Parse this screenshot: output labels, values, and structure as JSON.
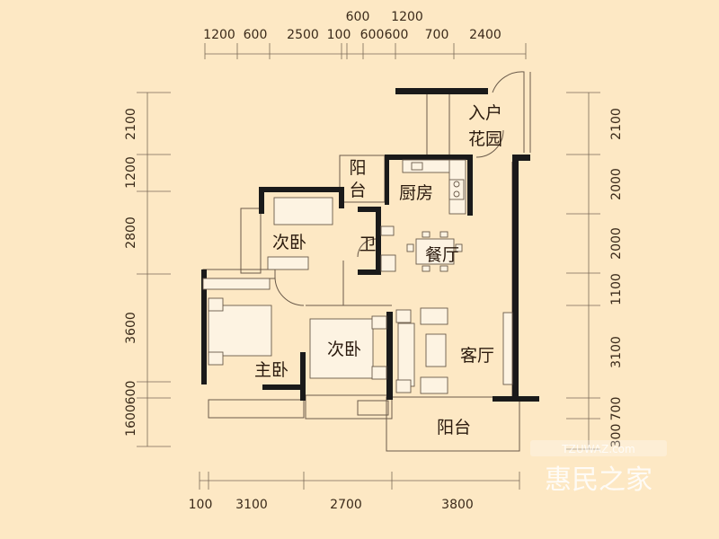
{
  "dimensions": {
    "top_row1": [
      "600",
      "1200"
    ],
    "top_row2": [
      "1200",
      "600",
      "2500",
      "100",
      "600",
      "600",
      "700",
      "2400"
    ],
    "bottom": [
      "100",
      "3100",
      "2700",
      "3800"
    ],
    "left": [
      "2100",
      "1200",
      "2800",
      "3600",
      "600",
      "1600"
    ],
    "right": [
      "2100",
      "2000",
      "2000",
      "1100",
      "3100",
      "700",
      "300"
    ]
  },
  "rooms": {
    "entry_garden_line1": "入户",
    "entry_garden_line2": "花园",
    "balcony_top_line1": "阳",
    "balcony_top_line2": "台",
    "kitchen": "厨房",
    "bathroom": "卫",
    "dining": "餐厅",
    "secondary_bedroom_top": "次卧",
    "master_bedroom": "主卧",
    "secondary_bedroom_bottom": "次卧",
    "living": "客厅",
    "balcony_bottom": "阳台"
  },
  "watermark": {
    "url": "TZUWAZ.com",
    "brand": "惠民之家"
  },
  "colors": {
    "background": "#fde8c4",
    "wall": "#1a1a1a",
    "line": "#6a5a4a"
  }
}
